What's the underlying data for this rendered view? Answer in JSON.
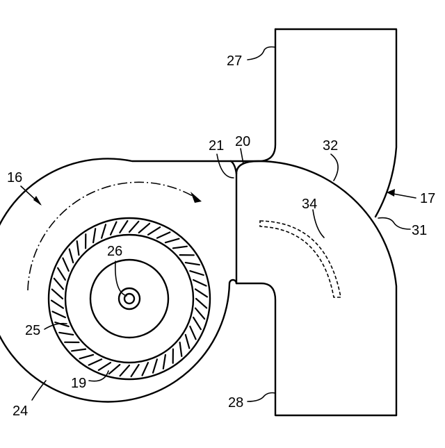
{
  "labels": {
    "l16": "16",
    "l17": "17",
    "l19": "19",
    "l20": "20",
    "l21": "21",
    "l24": "24",
    "l25": "25",
    "l26": "26",
    "l27": "27",
    "l28": "28",
    "l31": "31",
    "l32": "32",
    "l34": "34"
  },
  "impeller": {
    "blade_count": 44
  }
}
